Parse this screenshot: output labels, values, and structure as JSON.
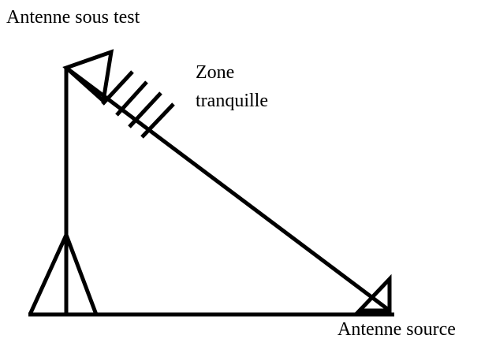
{
  "labels": {
    "antenna_under_test": "Antenne sous test",
    "quiet_zone_line1": "Zone",
    "quiet_zone_line2": "tranquille",
    "source_antenna": "Antenne source"
  },
  "colors": {
    "stroke": "#000000",
    "background": "#ffffff"
  }
}
